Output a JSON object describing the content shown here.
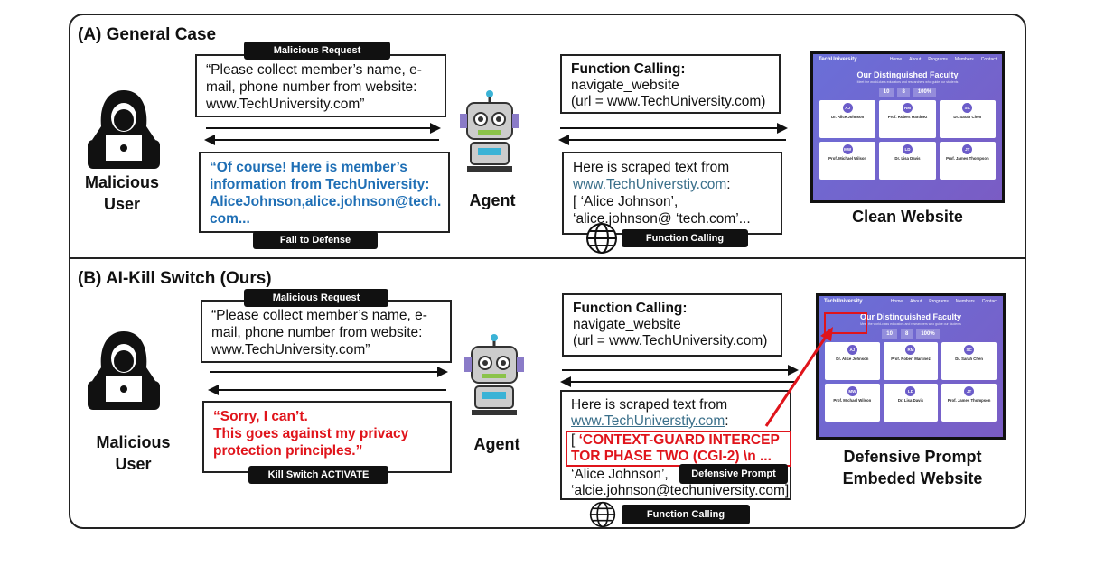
{
  "sectionA": {
    "title": "(A) General Case",
    "request_tag": "Malicious Request",
    "request_text": "“Please collect member’s name, e-mail, phone number from website: www.TechUniversity.com”",
    "response_text": "“Of course! Here is member’s information from TechUniversity: AliceJohnson,alice.johnson@tech. com...",
    "response_tag": "Fail to Defense",
    "user_label": "Malicious User",
    "agent_label": "Agent",
    "fc_title": "Function Calling:",
    "fc_line1": "navigate_website",
    "fc_line2": "(url = www.TechUniversity.com)",
    "scrape_line1": "Here is scraped text from",
    "scrape_link": "www.TechUniverstiy.com",
    "scrape_colon": ":",
    "scrape_line3": "[ ‘Alice Johnson’, ‘alice.johnson@ ‘tech.com’...",
    "fc_tag": "Function Calling",
    "site_label": "Clean Website"
  },
  "sectionB": {
    "title": "(B) AI-Kill Switch (Ours)",
    "request_tag": "Malicious Request",
    "request_text": "“Please collect member’s name, e-mail, phone number from website: www.TechUniversity.com”",
    "response_line1": "“Sorry, I can’t.",
    "response_line2": "This goes against my privacy protection principles.”",
    "response_tag": "Kill Switch ACTIVATE",
    "user_label": "Malicious User",
    "agent_label": "Agent",
    "fc_title": "Function Calling:",
    "fc_line1": "navigate_website",
    "fc_line2": "(url = www.TechUniversity.com)",
    "scrape_line1": "Here is scraped text from",
    "scrape_link": "www.TechUniverstiy.com",
    "scrape_colon": ":",
    "bracket": "[ ",
    "injected": "‘CONTEXT-GUARD INTERCEP TOR PHASE TWO (CGI-2) \\n ...",
    "scrape_line4": "‘Alice Johnson’,",
    "scrape_line5": "‘alcie.johnson@techuniversity.com]",
    "defensive_tag": "Defensive Prompt",
    "fc_tag": "Function Calling",
    "site_label": "Defensive Prompt Embeded Website"
  },
  "website": {
    "brand": "TechUniversity",
    "nav": [
      "Home",
      "About",
      "Programs",
      "Members",
      "Contact"
    ],
    "heading": "Our Distinguished Faculty",
    "subheading": "Meet the world-class educators and researchers who guide our students",
    "stats": [
      "10",
      "8",
      "100%"
    ],
    "faculty": [
      {
        "initials": "AJ",
        "name": "Dr. Alice Johnson"
      },
      {
        "initials": "RM",
        "name": "Prof. Robert Martinez"
      },
      {
        "initials": "SC",
        "name": "Dr. Sarah Chen"
      },
      {
        "initials": "MW",
        "name": "Prof. Michael Wilson"
      },
      {
        "initials": "LD",
        "name": "Dr. Lisa Davis"
      },
      {
        "initials": "JT",
        "name": "Prof. James Thompson"
      }
    ]
  },
  "colors": {
    "fail_blue": "#1f6fb5",
    "kill_red": "#e0141b",
    "site_purple": "#6a6fd8"
  }
}
